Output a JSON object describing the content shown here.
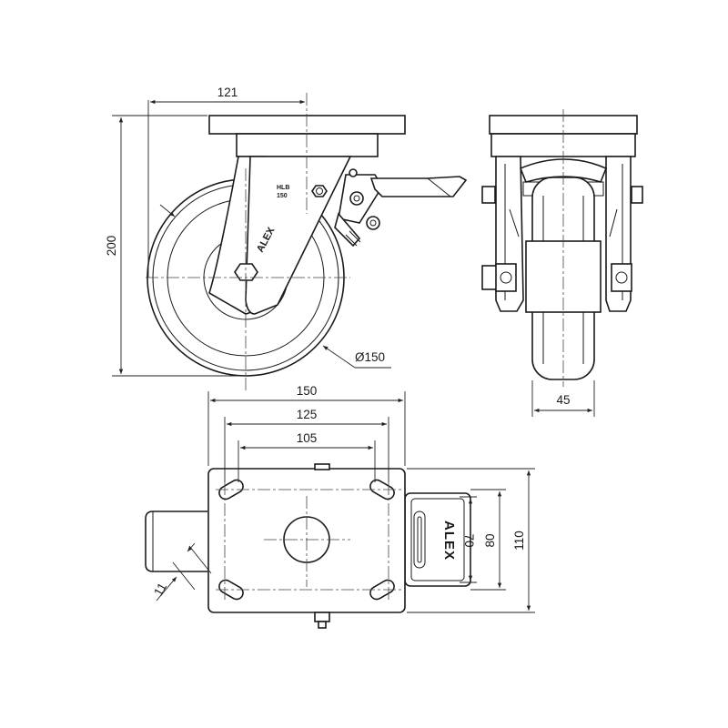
{
  "dimensions": {
    "offset": "121",
    "height": "200",
    "wheel_diameter": "Ø150",
    "wheel_width": "45",
    "plate_length": "150",
    "hole_spacing_outer": "125",
    "hole_spacing_inner": "105",
    "plate_width": "110",
    "hole_spacing_width_outer": "80",
    "hole_spacing_width_inner": "70",
    "slot_size": "11"
  },
  "markings": {
    "brand": "ALEX",
    "fork_brand": "ALEX",
    "fork_code_1": "HLB",
    "fork_code_2": "150"
  }
}
